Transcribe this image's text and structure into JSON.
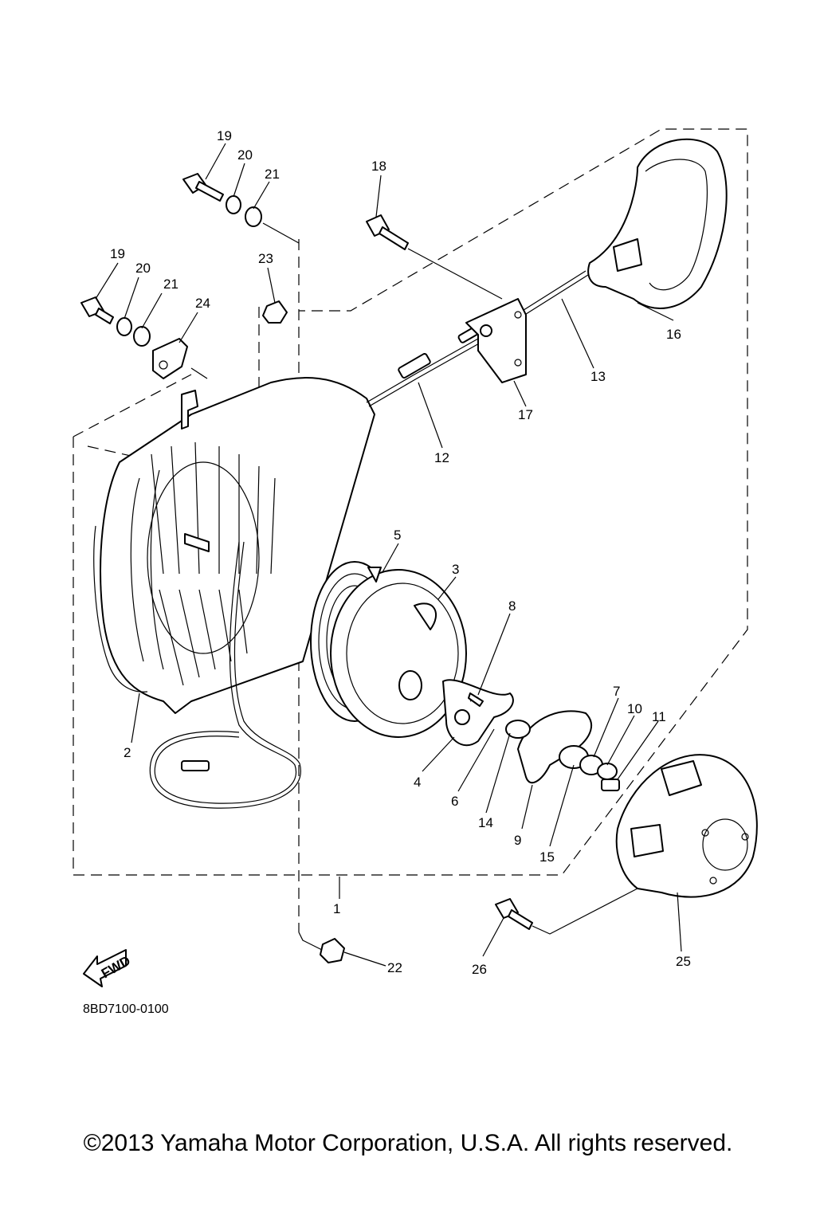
{
  "diagram": {
    "callouts": [
      "1",
      "2",
      "3",
      "4",
      "5",
      "6",
      "7",
      "8",
      "9",
      "10",
      "11",
      "12",
      "13",
      "14",
      "15",
      "16",
      "17",
      "18",
      "19",
      "20",
      "21",
      "19",
      "20",
      "21",
      "22",
      "23",
      "24",
      "25",
      "26"
    ],
    "fwd_label": "FWD",
    "doc_code": "8BD7100-0100"
  },
  "footer": {
    "copyright": "©2013 Yamaha Motor Corporation, U.S.A. All rights reserved."
  }
}
